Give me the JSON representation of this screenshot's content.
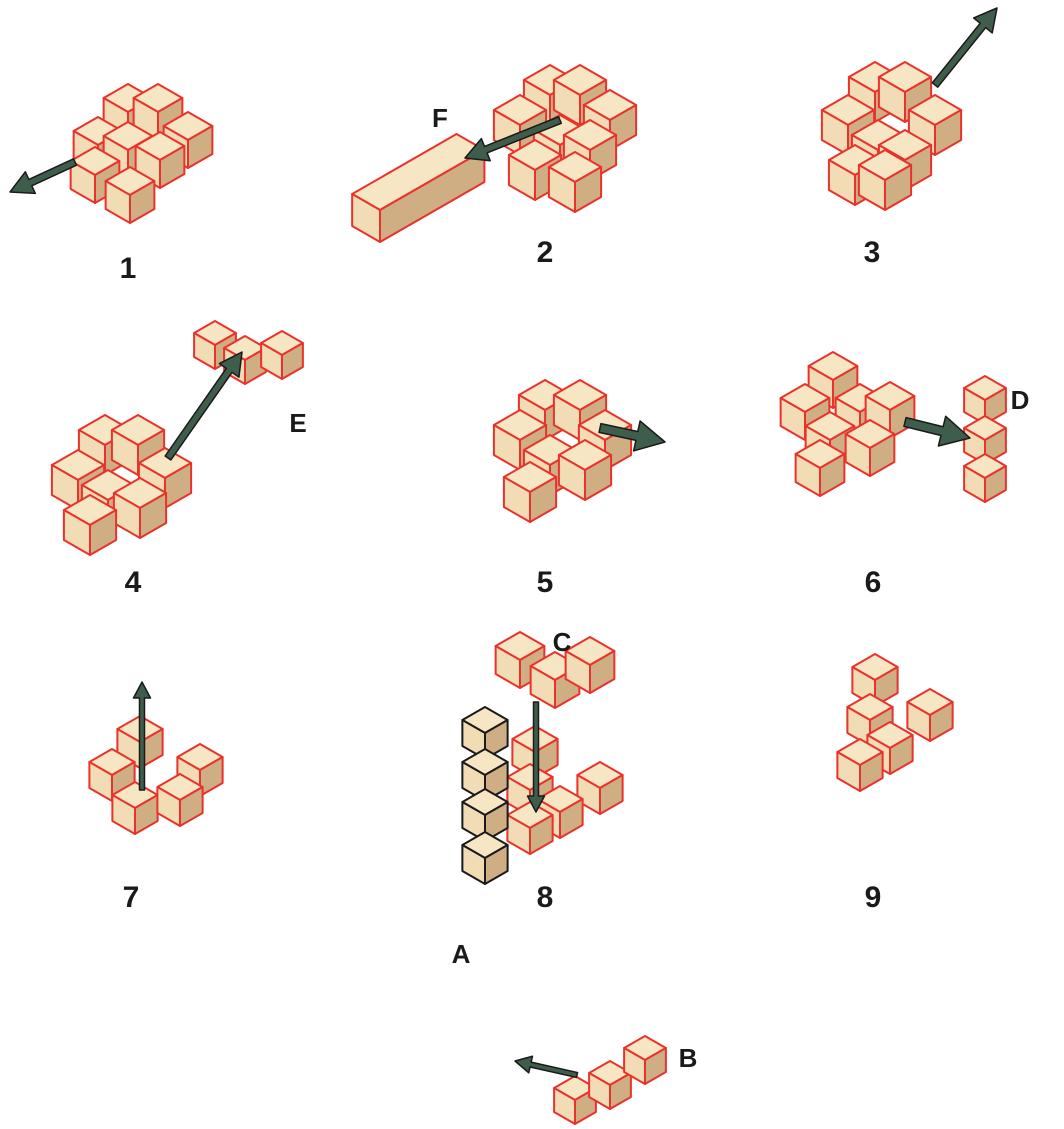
{
  "figure": {
    "steps": [
      {
        "label": "1",
        "letter": ""
      },
      {
        "label": "2",
        "letter": "F"
      },
      {
        "label": "3",
        "letter": ""
      },
      {
        "label": "4",
        "letter": "E"
      },
      {
        "label": "5",
        "letter": ""
      },
      {
        "label": "6",
        "letter": "D"
      },
      {
        "label": "7",
        "letter": ""
      },
      {
        "label": "8",
        "letter": "C"
      },
      {
        "label": "9",
        "letter": ""
      }
    ],
    "final": {
      "letter_a": "A",
      "letter_b": "B"
    }
  },
  "colors": {
    "top": "#f6e6c4",
    "left": "#f1dcb5",
    "right": "#cfae83",
    "edge_black": "#1a1a1a",
    "edge_red": "#e8322b",
    "arrow": "#3e5d4b"
  },
  "icons": [
    "arrow-icon"
  ]
}
